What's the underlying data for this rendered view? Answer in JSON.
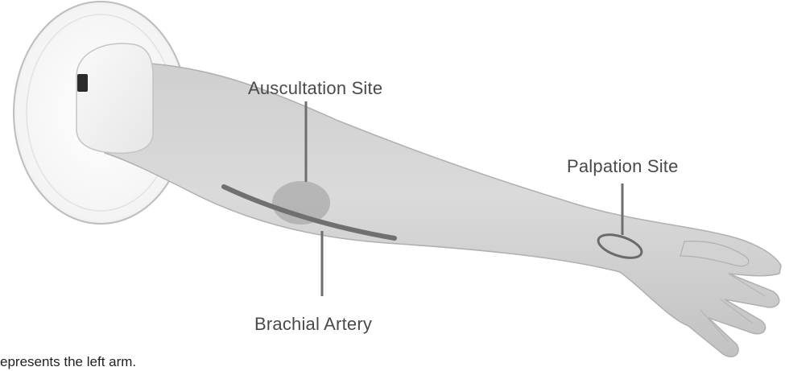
{
  "labels": {
    "auscultation": "Auscultation Site",
    "palpation": "Palpation Site",
    "brachial": "Brachial Artery"
  },
  "caption": "epresents the left arm."
}
